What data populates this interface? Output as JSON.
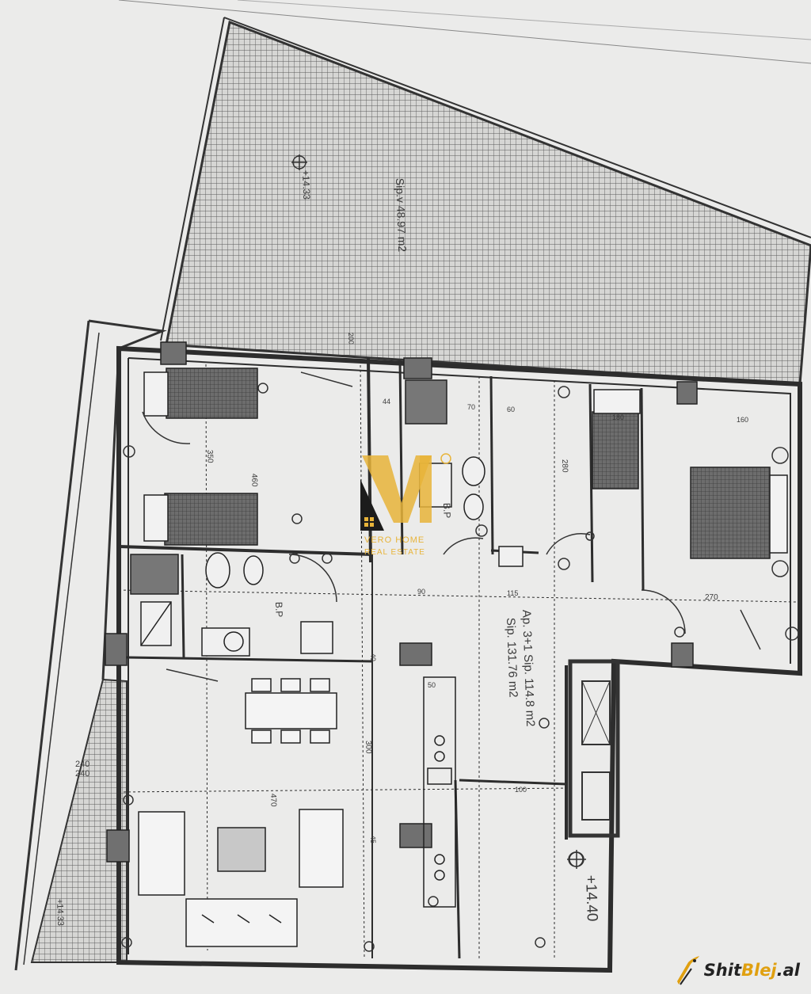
{
  "plan": {
    "apartment_label": "Ap. 3+1 Sip. 114.8 m2",
    "gross_area_label": "Sip. 131.76 m2",
    "terrace_area_label": "Sip.v 48.97 m2",
    "terrace_level_label": "+14.33",
    "floor_level_label": "+14.40",
    "corner_level_label": "+14.33",
    "bathroom_label_1": "B.P",
    "bathroom_label_2": "B.P",
    "dims": {
      "d_470": "470",
      "d_460": "460",
      "d_350": "350",
      "d_300": "300",
      "d_280": "280",
      "d_270": "270",
      "d_240a": "240",
      "d_240b": "240",
      "d_160": "160",
      "d_115": "115",
      "d_100": "100",
      "d_90": "90",
      "d_70": "70",
      "d_50": "50",
      "d_45": "45",
      "d_40": "40",
      "d_44": "44",
      "d_60": "60",
      "d_180": "180",
      "d_200": "200"
    }
  },
  "watermark": {
    "brand_line_1": "VERO HOME",
    "brand_line_2": "REAL ESTATE",
    "accent_color": "#e8b43a"
  },
  "site": {
    "name_part_1": "Shit",
    "name_part_2": "Blej",
    "name_part_3": ".al",
    "accent_color": "#e0a010"
  }
}
